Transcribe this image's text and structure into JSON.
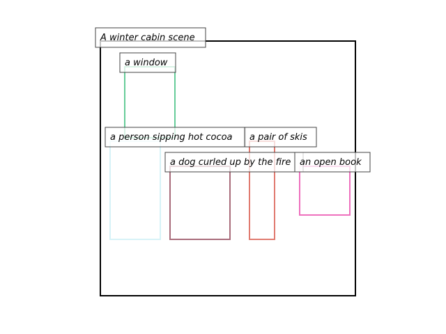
{
  "diagram": {
    "title": "A winter cabin scene",
    "regions": [
      {
        "id": "window",
        "label": "a window",
        "color": "#66cc99"
      },
      {
        "id": "person",
        "label": "a person sipping hot cocoa",
        "color": "#d6f2f7"
      },
      {
        "id": "dog",
        "label": "a dog curled up by the fire",
        "color": "#a86b7a"
      },
      {
        "id": "skis",
        "label": "a pair of skis",
        "color": "#e07a6f"
      },
      {
        "id": "book",
        "label": "an open book",
        "color": "#ee6fbd"
      }
    ]
  }
}
